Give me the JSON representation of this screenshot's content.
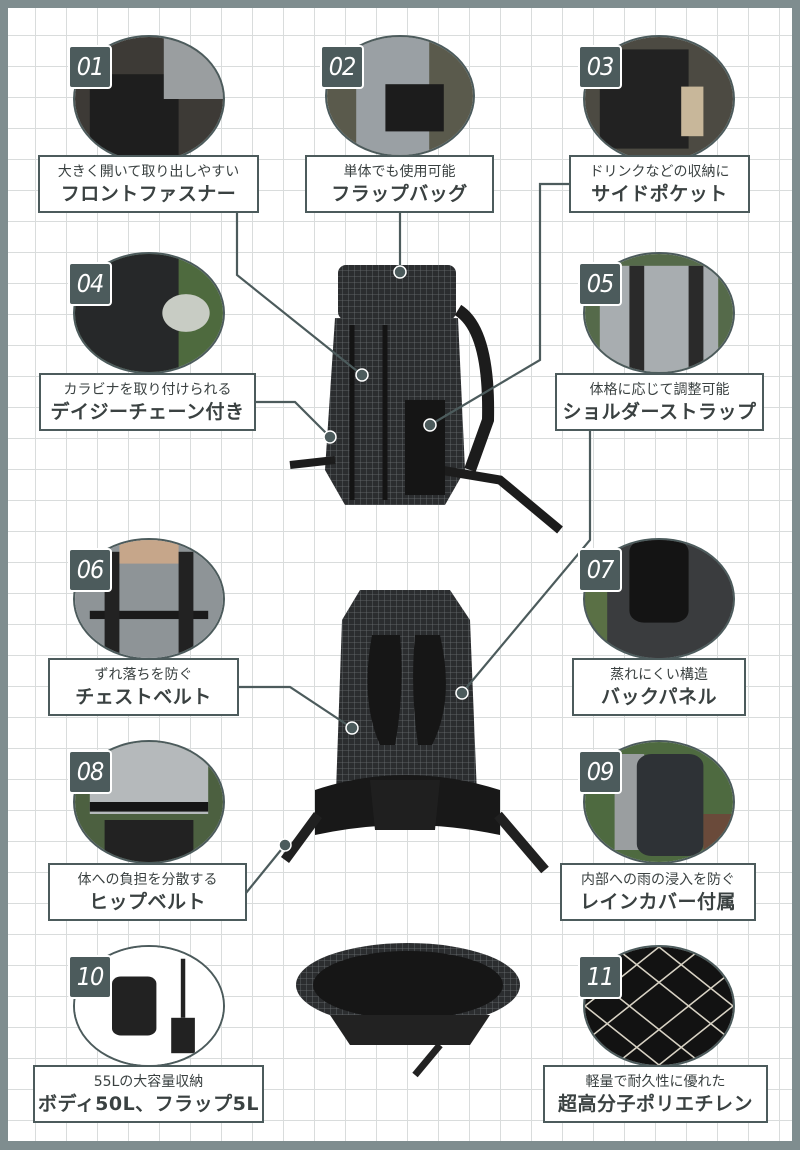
{
  "features": [
    {
      "num": "01",
      "sub": "大きく開いて取り出しやすい",
      "main": "フロントファスナー"
    },
    {
      "num": "02",
      "sub": "単体でも使用可能",
      "main": "フラップバッグ"
    },
    {
      "num": "03",
      "sub": "ドリンクなどの収納に",
      "main": "サイドポケット"
    },
    {
      "num": "04",
      "sub": "カラビナを取り付けられる",
      "main": "デイジーチェーン付き"
    },
    {
      "num": "05",
      "sub": "体格に応じて調整可能",
      "main": "ショルダーストラップ"
    },
    {
      "num": "06",
      "sub": "ずれ落ちを防ぐ",
      "main": "チェストベルト"
    },
    {
      "num": "07",
      "sub": "蒸れにくい構造",
      "main": "バックパネル"
    },
    {
      "num": "08",
      "sub": "体への負担を分散する",
      "main": "ヒップベルト"
    },
    {
      "num": "09",
      "sub": "内部への雨の浸入を防ぐ",
      "main": "レインカバー付属"
    },
    {
      "num": "10",
      "sub": "55Lの大容量収納",
      "main": "ボディ50L、フラップ5L"
    },
    {
      "num": "11",
      "sub": "軽量で耐久性に優れた",
      "main": "超高分子ポリエチレン"
    }
  ],
  "colors": {
    "frame": "#7f8d8f",
    "accent": "#4c5b5c",
    "text": "#3a4141"
  }
}
